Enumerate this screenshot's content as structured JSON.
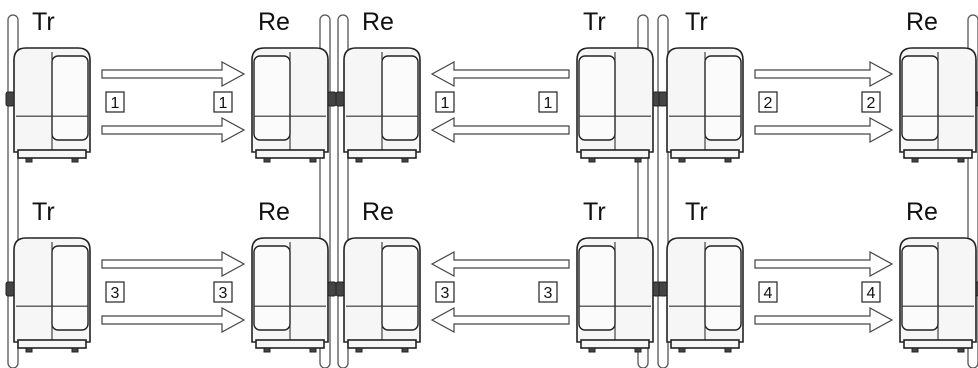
{
  "role_labels": {
    "tr": "Tr",
    "re": "Re"
  },
  "rows": [
    {
      "pairs": [
        {
          "direction": "right",
          "left_role": "Tr",
          "right_role": "Re",
          "channel": "1"
        },
        {
          "direction": "left",
          "left_role": "Re",
          "right_role": "Tr",
          "channel": "1"
        },
        {
          "direction": "right",
          "left_role": "Tr",
          "right_role": "Re",
          "channel": "2"
        }
      ]
    },
    {
      "pairs": [
        {
          "direction": "right",
          "left_role": "Tr",
          "right_role": "Re",
          "channel": "3"
        },
        {
          "direction": "left",
          "left_role": "Re",
          "right_role": "Tr",
          "channel": "3"
        },
        {
          "direction": "right",
          "left_role": "Tr",
          "right_role": "Re",
          "channel": "4"
        }
      ]
    }
  ]
}
